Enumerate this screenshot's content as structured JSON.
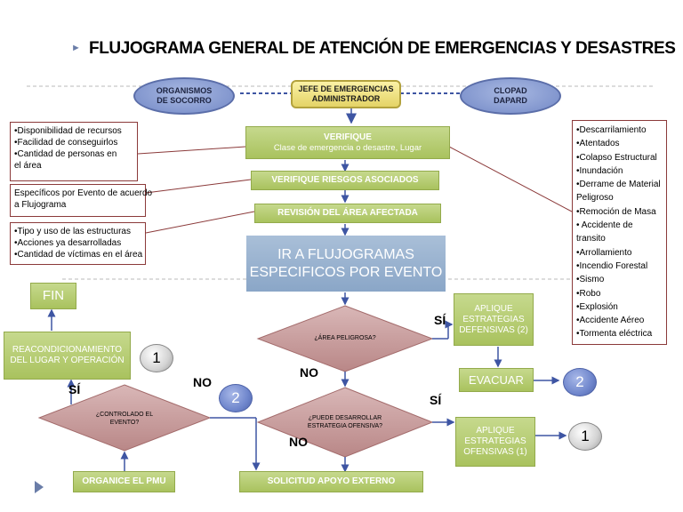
{
  "title": "FLUJOGRAMA GENERAL DE ATENCIÓN DE EMERGENCIAS Y DESASTRES",
  "ellipses": {
    "left": "ORGANISMOS\nDE SOCORRO",
    "center": "JEFE DE EMERGENCIAS\nADMINISTRADOR",
    "right": "CLOPAD\nDAPARD"
  },
  "boxes": {
    "verifique_title": "VERIFIQUE",
    "verifique_sub": "Clase de emergencia o desastre, Lugar",
    "riesgos": "VERIFIQUE RIESGOS ASOCIADOS",
    "revision": "REVISIÓN DEL ÁREA AFECTADA",
    "ir_flujogramas": "IR A FLUJOGRAMAS\nESPECIFICOS POR EVENTO",
    "fin": "FIN",
    "reacondicionamiento": "REACONDICIONAMIENTO\nDEL LUGAR Y OPERACIÓN",
    "aplique_defensivas": "APLIQUE\nESTRATEGIAS\nDEFENSIVAS (2)",
    "evacuar": "EVACUAR",
    "aplique_ofensivas": "APLIQUE\nESTRATEGIAS\nOFENSIVAS (1)",
    "organice": "ORGANICE EL PMU",
    "solicitud": "SOLICITUD APOYO EXTERNO"
  },
  "diamonds": {
    "area": "¿ÁREA PELIGROSA?",
    "controlado": "¿CONTROLADO EL\nEVENTO?",
    "ofensiva": "¿PUEDE DESARROLLAR\nESTRATEGIA OFENSIVA?"
  },
  "labels": {
    "si": "SÍ",
    "no": "NO"
  },
  "connectors": {
    "c1": "1",
    "c2": "2"
  },
  "notes": {
    "recursos": [
      "•Disponibilidad de recursos",
      "•Facilidad de conseguirlos",
      "•Cantidad de personas en",
      "el área"
    ],
    "especificos": [
      "Específicos por Evento de acuerdo",
      "a Flujograma"
    ],
    "estructuras": [
      "•Tipo y uso de las estructuras",
      "•Acciones ya desarrolladas",
      "•Cantidad de víctimas en el área"
    ],
    "eventos": [
      "•Descarrilamiento",
      "•Atentados",
      "•Colapso Estructural",
      "•Inundación",
      "•Derrame de Material",
      "Peligroso",
      "•Remoción de Masa",
      "• Accidente de",
      "transito",
      "•Arrollamiento",
      "•Incendio Forestal",
      "•Sismo",
      "•Robo",
      "•Explosión",
      "•Accidente Aéreo",
      "•Tormenta eléctrica"
    ]
  },
  "colors": {
    "green": "#a9c25e",
    "blue_ellipse": "#7288c6",
    "note_border": "#8b3a3a",
    "diamond": "#c9a0a0"
  }
}
